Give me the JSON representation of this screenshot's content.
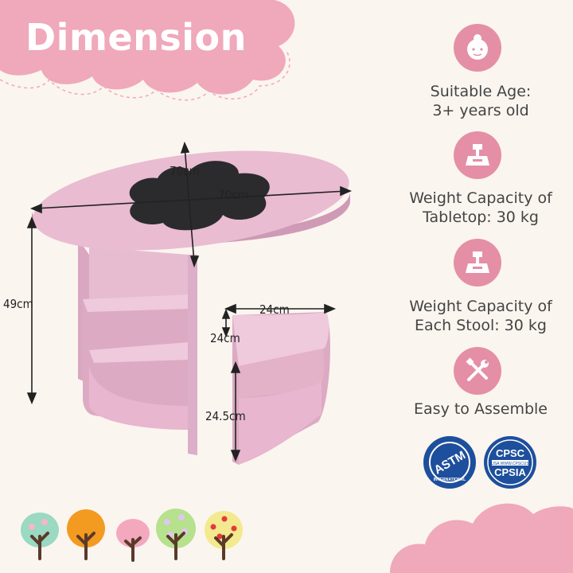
{
  "title": "Dimension",
  "features": [
    {
      "icon": "child-face-icon",
      "text": "Suitable Age:\n3+ years old"
    },
    {
      "icon": "weight-icon",
      "text": "Weight Capacity of\nTabletop: 30 kg"
    },
    {
      "icon": "weight-icon",
      "text": "Weight Capacity of\nEach Stool: 30 kg"
    },
    {
      "icon": "tools-icon",
      "text": "Easy to Assemble"
    }
  ],
  "dimensions": {
    "table_depth": "70cm",
    "table_width": "70cm",
    "table_height": "49cm",
    "stool_width": "24cm",
    "stool_depth": "24cm",
    "stool_height": "24.5cm"
  },
  "badges": {
    "astm_name": "ASTM",
    "astm_sub": "INTERNATIONAL",
    "cpsc_top": "CPSC",
    "cpsc_mid": "USA  WWW.CPSCUS",
    "cpsc_bottom": "CPSIA"
  },
  "colors": {
    "accent_pink": "#e48fa6",
    "cloud_pink": "#f0a8bb",
    "table_pink": "#e9bcd2",
    "chalkboard": "#2b2b2e",
    "badge_blue": "#1d4f9c"
  },
  "trees": [
    "green-tree-icon",
    "orange-tree-icon",
    "pink-tree-icon",
    "flower-tree-icon",
    "fruit-tree-icon"
  ]
}
